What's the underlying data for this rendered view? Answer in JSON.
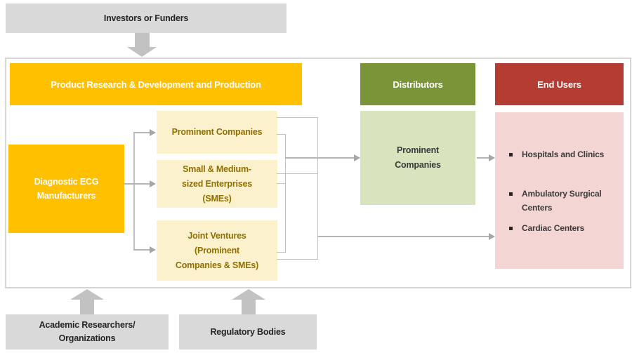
{
  "colors": {
    "amber": "#FFC000",
    "light_yellow": "#FCF1CD",
    "yellow_text": "#8E6F00",
    "olive_green": "#7C9438",
    "light_green": "#D7E4BD",
    "red": "#B53C32",
    "light_pink": "#F3D5D4",
    "gray_box": "#D9D9D9",
    "arrow_gray": "#C2C2C2",
    "line_gray": "#B5B5B5",
    "dark_text": "#262626",
    "white": "#FFFFFF"
  },
  "external": {
    "investors": "Investors or Funders",
    "academic": "Academic Researchers/\nOrganizations",
    "regulatory": "Regulatory Bodies"
  },
  "headers": {
    "rd_production": "Product Research & Development and Production",
    "distributors": "Distributors",
    "end_users": "End Users"
  },
  "rd_column": {
    "manufacturers": "Diagnostic ECG\nManufacturers",
    "company_types": [
      {
        "label": "Prominent Companies"
      },
      {
        "label": "Small & Medium-\nsized Enterprises\n(SMEs)"
      },
      {
        "label": "Joint Ventures\n(Prominent\nCompanies & SMEs)"
      }
    ]
  },
  "distributors_column": {
    "prominent": "Prominent\nCompanies"
  },
  "end_users_column": {
    "items": [
      "Hospitals and Clinics",
      "Ambulatory Surgical\nCenters",
      "Cardiac Centers"
    ]
  }
}
